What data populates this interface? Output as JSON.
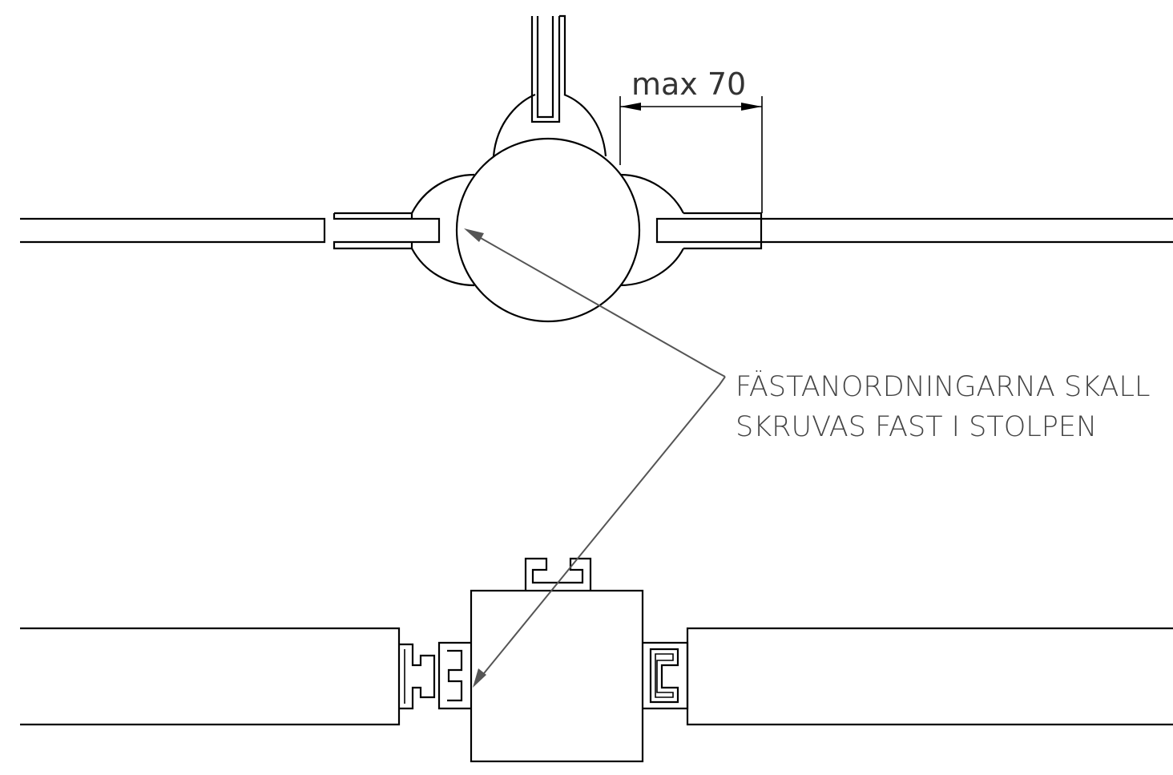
{
  "dimension": {
    "text": "max 70"
  },
  "note": {
    "line1": "FÄSTANORDNINGARNA SKALL",
    "line2": "SKRUVAS FAST I STOLPEN"
  }
}
